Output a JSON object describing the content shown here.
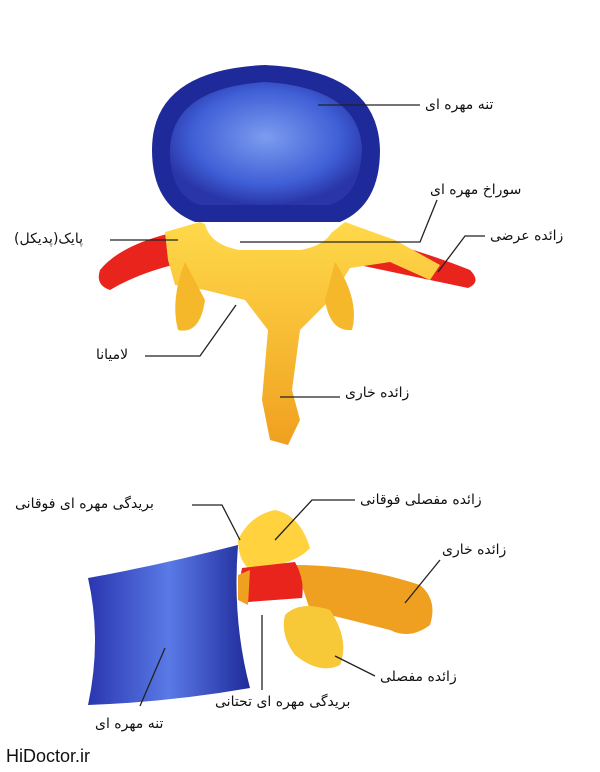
{
  "title": "Vertebra anatomy",
  "colors": {
    "body_dark": "#1f2a9a",
    "body_light": "#4b6ee0",
    "process_yellow": "#f5c23a",
    "process_orange": "#f0a020",
    "transverse_red": "#e8241c",
    "leader": "#222222"
  },
  "top_view": {
    "labels": {
      "body": "تنه مهره ای",
      "foramen": "سوراخ مهره ای",
      "transverse": "زائده عرضی",
      "pedicle": "پایک(پدیکل)",
      "lamina": "لامیانا",
      "spinous": "زائده خاری"
    }
  },
  "side_view": {
    "labels": {
      "superior_notch": "بریدگی مهره ای فوقانی",
      "superior_articular": "زائده مفصلی فوقانی",
      "spinous": "زائده خاری",
      "articular": "زائده مفصلی",
      "inferior_notch": "بریدگی مهره ای تحتانی",
      "body": "تنه مهره ای"
    }
  },
  "watermark": "HiDoctor.ir"
}
